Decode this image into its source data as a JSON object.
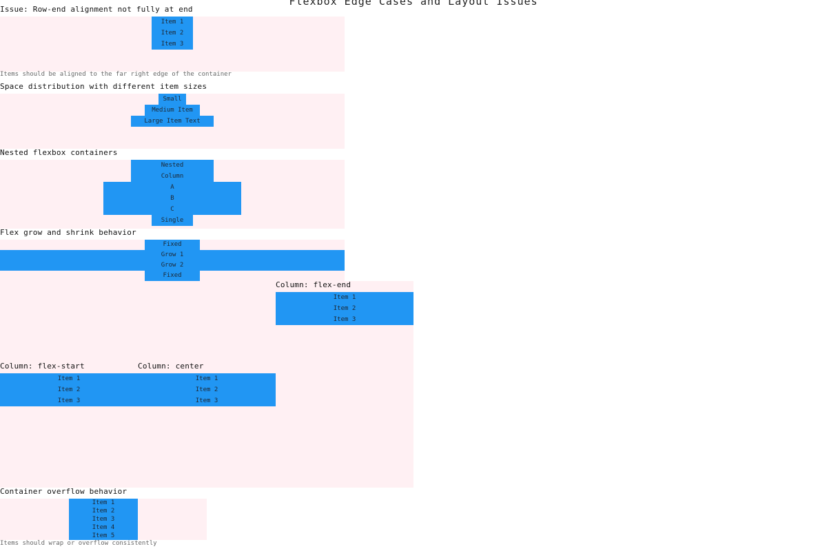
{
  "page": {
    "title": "Flexbox Edge Cases and Layout Issues"
  },
  "sections": {
    "row_end": {
      "heading": "Issue: Row-end alignment not fully at end",
      "items": [
        "Item 1",
        "Item 2",
        "Item 3"
      ],
      "note": "Items should be aligned to the far right edge of the container"
    },
    "space_distribution": {
      "heading": "Space distribution with different item sizes",
      "items": [
        "Small",
        "Medium Item",
        "Large Item Text"
      ]
    },
    "nested": {
      "heading": "Nested flexbox containers",
      "outer_items": [
        "Nested",
        "Column"
      ],
      "inner_items": [
        "A",
        "B",
        "C"
      ],
      "single_item": "Single"
    },
    "grow_shrink": {
      "heading": "Flex grow and shrink behavior",
      "items": [
        "Fixed",
        "Grow 1",
        "Grow 2",
        "Fixed"
      ]
    },
    "column_flex_end": {
      "heading": "Column: flex-end",
      "items": [
        "Item 1",
        "Item 2",
        "Item 3"
      ]
    },
    "column_flex_start": {
      "heading": "Column: flex-start",
      "items": [
        "Item 1",
        "Item 2",
        "Item 3"
      ]
    },
    "column_center": {
      "heading": "Column: center",
      "items": [
        "Item 1",
        "Item 2",
        "Item 3"
      ]
    },
    "overflow": {
      "heading": "Container overflow behavior",
      "items": [
        "Item 1",
        "Item 2",
        "Item 3",
        "Item 4",
        "Item 5"
      ],
      "note": "Items should wrap or overflow consistently"
    }
  },
  "colors": {
    "item_bg": "#2196f3",
    "panel_bg": "#fff0f3",
    "note_text": "#666666"
  }
}
